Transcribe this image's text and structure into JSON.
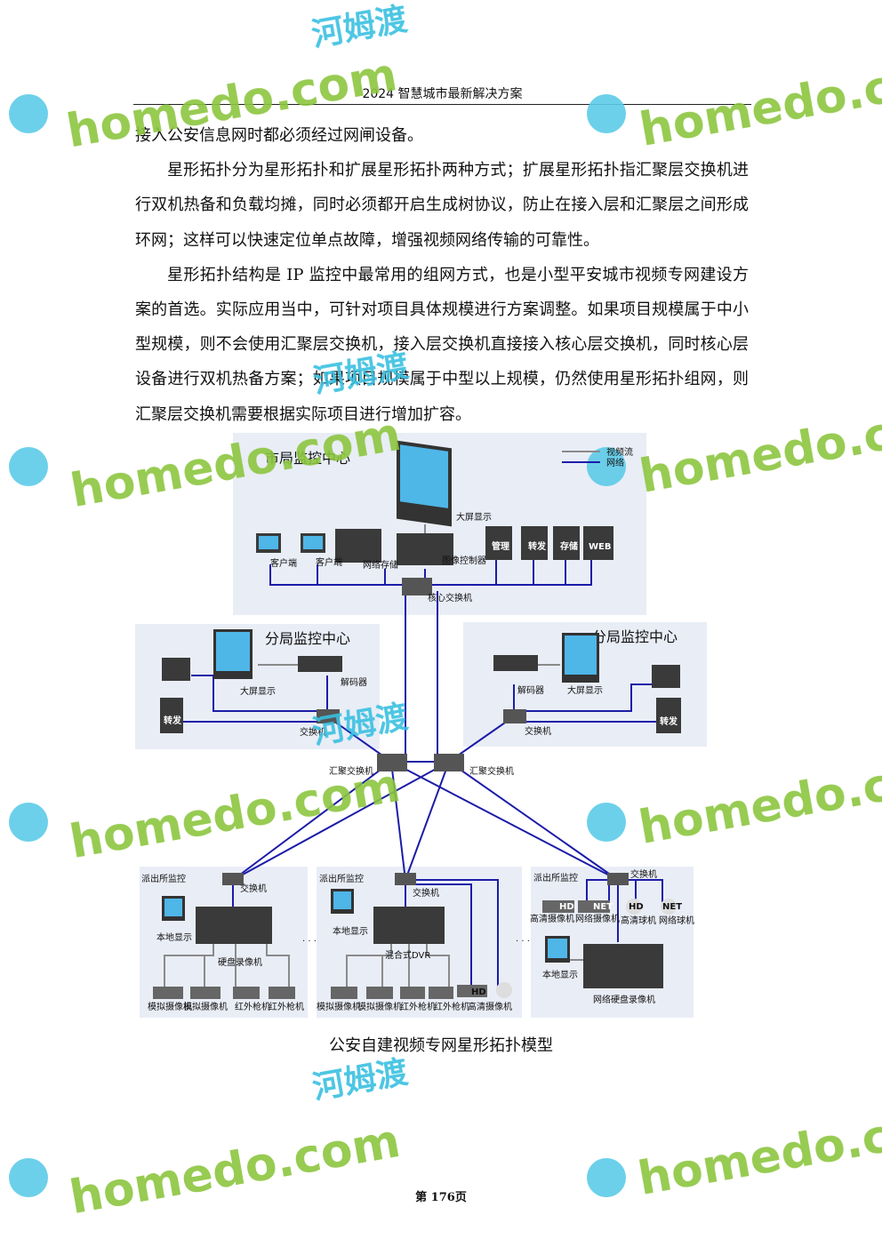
{
  "header": "2024 智慧城市最新解决方案",
  "paragraphs": [
    "接入公安信息网时都必须经过网闸设备。",
    "星形拓扑分为星形拓扑和扩展星形拓扑两种方式；扩展星形拓扑指汇聚层交换机进行双机热备和负载均摊，同时必须都开启生成树协议，防止在接入层和汇聚层之间形成环网；这样可以快速定位单点故障，增强视频网络传输的可靠性。",
    "星形拓扑结构是 IP 监控中最常用的组网方式，也是小型平安城市视频专网建设方案的首选。实际应用当中，可针对项目具体规模进行方案调整。如果项目规模属于中小型规模，则不会使用汇聚层交换机，接入层交换机直接接入核心层交换机，同时核心层设备进行双机热备方案；如果项目规模属于中型以上规模，仍然使用星形拓扑组网，则汇聚层交换机需要根据实际项目进行增加扩容。"
  ],
  "diagram": {
    "legend": {
      "video": "视频流",
      "network": "网络"
    },
    "city": {
      "title": "市局监控中心",
      "wall": "大屏显示",
      "client1": "客户端",
      "client2": "客户端",
      "storage": "网络存储",
      "controller": "图像控制器",
      "servers": [
        "管理",
        "转发",
        "存储",
        "WEB"
      ],
      "core": "核心交换机"
    },
    "branch_left": {
      "title": "分局监控中心",
      "wall": "大屏显示",
      "decoder": "解码器",
      "server": "转发",
      "switch": "交换机"
    },
    "branch_right": {
      "title": "分局监控中心",
      "wall": "大屏显示",
      "decoder": "解码器",
      "server": "转发",
      "switch": "交换机"
    },
    "agg1": "汇聚交换机",
    "agg2": "汇聚交换机",
    "station1": {
      "title": "派出所监控",
      "switch": "交换机",
      "display": "本地显示",
      "recorder": "硬盘录像机",
      "cams": [
        "模拟摄像机",
        "模拟摄像机",
        "红外枪机",
        "红外枪机"
      ]
    },
    "station2": {
      "title": "派出所监控",
      "switch": "交换机",
      "display": "本地显示",
      "recorder": "混合式DVR",
      "cams": [
        "模拟摄像机",
        "模拟摄像机",
        "红外枪机",
        "红外枪机",
        "高清摄像机"
      ],
      "badge": "HD"
    },
    "station3": {
      "title": "派出所监控",
      "switch": "交换机",
      "display": "本地显示",
      "recorder": "网络硬盘录像机",
      "cams": [
        "高清摄像机",
        "网络摄像机",
        "高清球机",
        "网络球机"
      ],
      "badges": [
        "HD",
        "NET",
        "HD",
        "NET"
      ]
    },
    "ellipsis": "· · ·"
  },
  "caption": "公安自建视频专网星形拓扑模型",
  "footer": "第 176页",
  "watermark": {
    "latin": "homedo.com",
    "cn": "河姆渡"
  },
  "colors": {
    "network": "#1c1ca8",
    "video": "#8a8a8a",
    "panel": "#e9edf6",
    "wm_green": "#8cc63f",
    "wm_blue": "#39c0e0"
  }
}
